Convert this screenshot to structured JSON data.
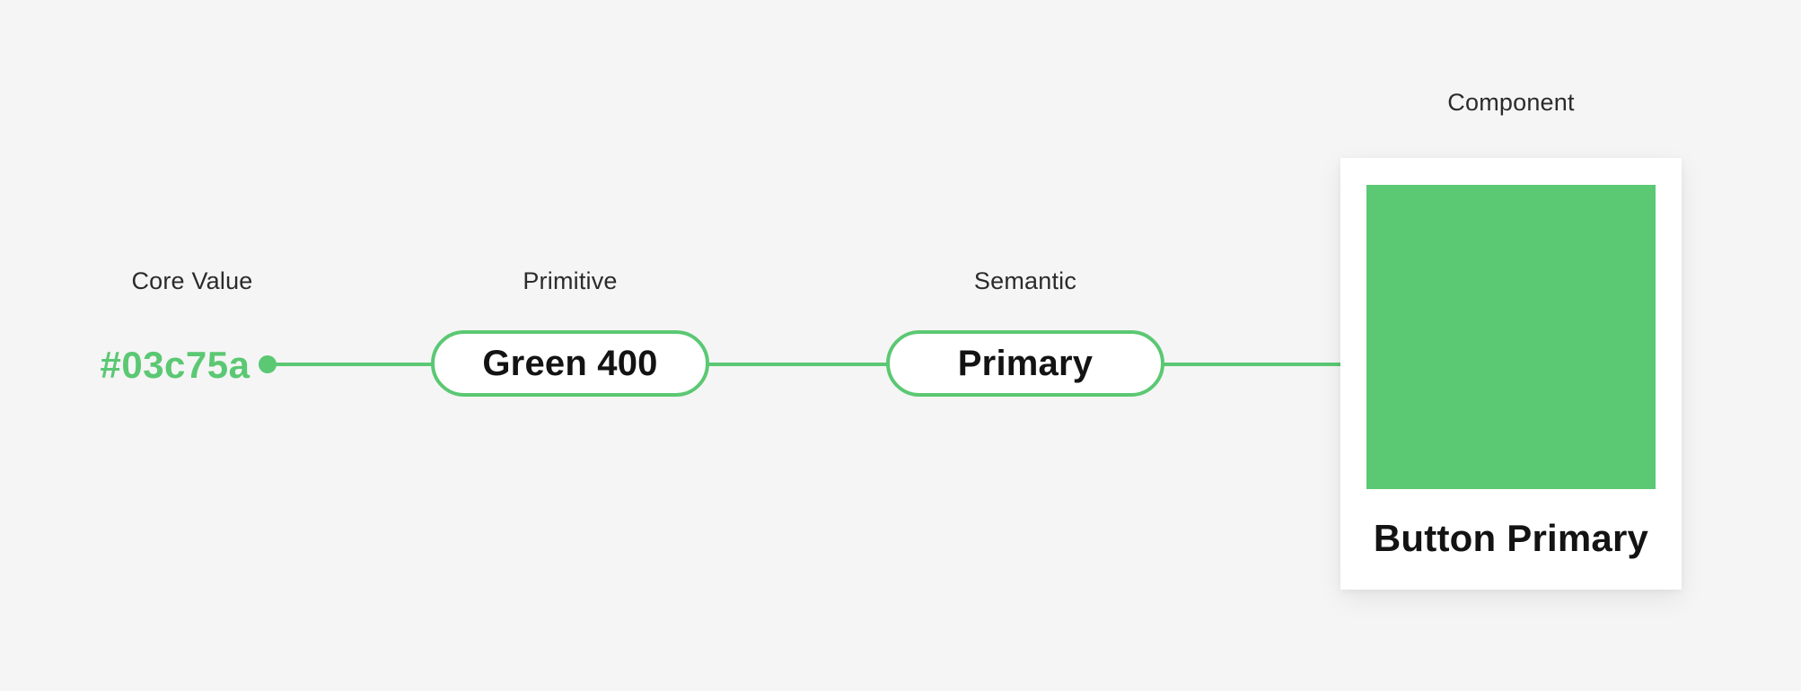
{
  "colors": {
    "background": "#f5f5f5",
    "accent_green": "#5bc873",
    "swatch_green": "#5bc873",
    "card_background": "#ffffff",
    "label_text": "#2b2b2b",
    "token_text": "#131313"
  },
  "diagram": {
    "core_value": {
      "label": "Core Value",
      "value": "#03c75a"
    },
    "primitive": {
      "label": "Primitive",
      "token": "Green 400"
    },
    "semantic": {
      "label": "Semantic",
      "token": "Primary"
    },
    "component": {
      "label": "Component",
      "component_name": "Button Primary"
    }
  }
}
